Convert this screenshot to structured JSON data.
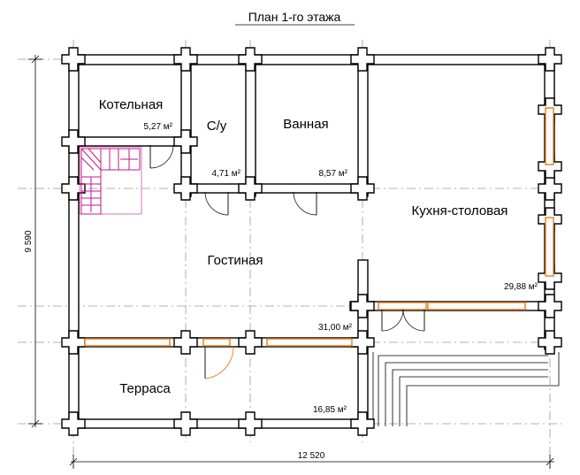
{
  "title": "План 1-го этажа",
  "rooms": [
    {
      "name": "Котельная",
      "area": "5,27 м²"
    },
    {
      "name": "С/у",
      "area": "4,71 м²"
    },
    {
      "name": "Ванная",
      "area": "8,57 м²"
    },
    {
      "name": "Кухня-столовая",
      "area": "29,88 м²"
    },
    {
      "name": "Гостиная",
      "area": "31,00 м²"
    },
    {
      "name": "Терраса",
      "area": "16,85 м²"
    }
  ],
  "dimensions": {
    "width": "12 520",
    "height": "9 590"
  },
  "colors": {
    "walls": "#000000",
    "windows": "#e87a1a",
    "stairs": "#c0188c",
    "axes": "#9a9a9a"
  }
}
